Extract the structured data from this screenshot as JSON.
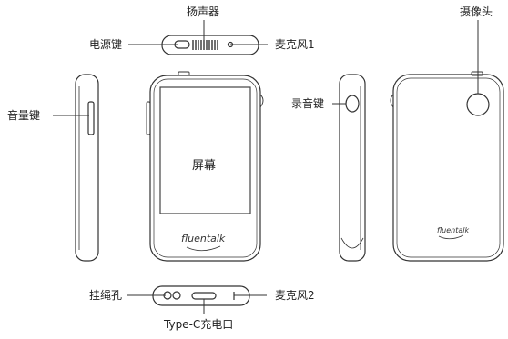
{
  "labels": {
    "speaker": "扬声器",
    "power_key": "电源键",
    "mic1": "麦克风1",
    "camera": "摄像头",
    "volume_key": "音量键",
    "record_key": "录音键",
    "screen": "屏幕",
    "lanyard_hole": "挂绳孔",
    "mic2": "麦克风2",
    "usb_c": "Type-C充电口"
  },
  "brand": {
    "logo_front": "fluentalk",
    "logo_back": "fluentalk"
  },
  "colors": {
    "outline": "#333333",
    "screen_outline": "#444444",
    "label_text": "#222222"
  }
}
